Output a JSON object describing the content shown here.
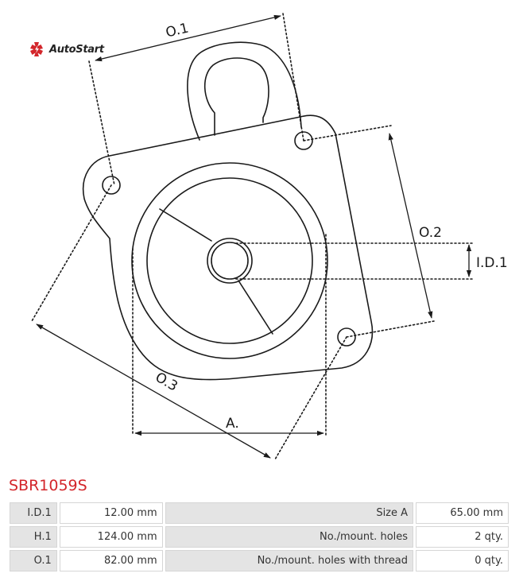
{
  "brand": {
    "name": "AutoStart",
    "logo_color": "#d3262b"
  },
  "drawing": {
    "labels": {
      "o1": "O.1",
      "o2": "O.2",
      "o3": "O.3",
      "id1": "I.D.1",
      "a": "A."
    }
  },
  "part": {
    "code": "SBR1059S",
    "code_color": "#d3262b"
  },
  "specs": {
    "rows": [
      {
        "left_label": "I.D.1",
        "left_value": "12.00 mm",
        "right_label": "Size A",
        "right_value": "65.00 mm"
      },
      {
        "left_label": "H.1",
        "left_value": "124.00 mm",
        "right_label": "No./mount. holes",
        "right_value": "2 qty."
      },
      {
        "left_label": "O.1",
        "left_value": "82.00 mm",
        "right_label": "No./mount. holes with thread",
        "right_value": "0 qty."
      }
    ]
  }
}
